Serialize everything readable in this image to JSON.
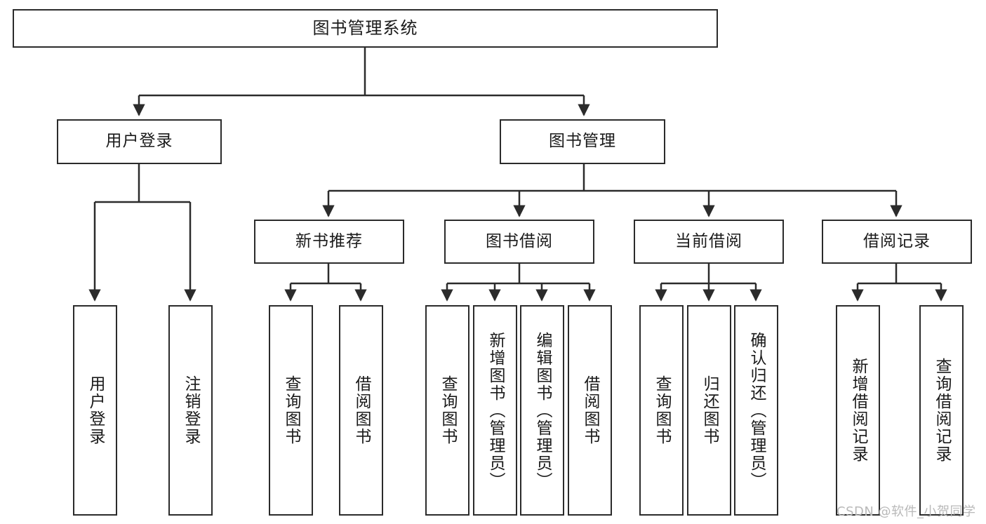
{
  "diagram": {
    "type": "hierarchy-tree",
    "title": "图书管理系统",
    "orientation": "top-down",
    "levels": 4
  },
  "root": {
    "label": "图书管理系统"
  },
  "level2": [
    {
      "label": "用户登录"
    },
    {
      "label": "图书管理"
    }
  ],
  "level3": [
    {
      "label": "新书推荐"
    },
    {
      "label": "图书借阅"
    },
    {
      "label": "当前借阅"
    },
    {
      "label": "借阅记录"
    }
  ],
  "leaves": {
    "user_login": [
      {
        "label": "用户登录"
      },
      {
        "label": "注销登录"
      }
    ],
    "new_book_recommend": [
      {
        "label": "查询图书"
      },
      {
        "label": "借阅图书"
      }
    ],
    "book_borrow": [
      {
        "label": "查询图书"
      },
      {
        "label": "新增图书（管理员）"
      },
      {
        "label": "编辑图书（管理员）"
      },
      {
        "label": "借阅图书"
      }
    ],
    "current_borrow": [
      {
        "label": "查询图书"
      },
      {
        "label": "归还图书"
      },
      {
        "label": "确认归还（管理员）"
      }
    ],
    "borrow_record": [
      {
        "label": "新增借阅记录"
      },
      {
        "label": "查询借阅记录"
      }
    ]
  },
  "watermark": {
    "text": "CSDN @软件_小贺同学"
  },
  "colors": {
    "stroke": "#2b2b2b",
    "background": "#ffffff",
    "text": "#1a1a1a",
    "watermark": "#b9b9b9"
  }
}
